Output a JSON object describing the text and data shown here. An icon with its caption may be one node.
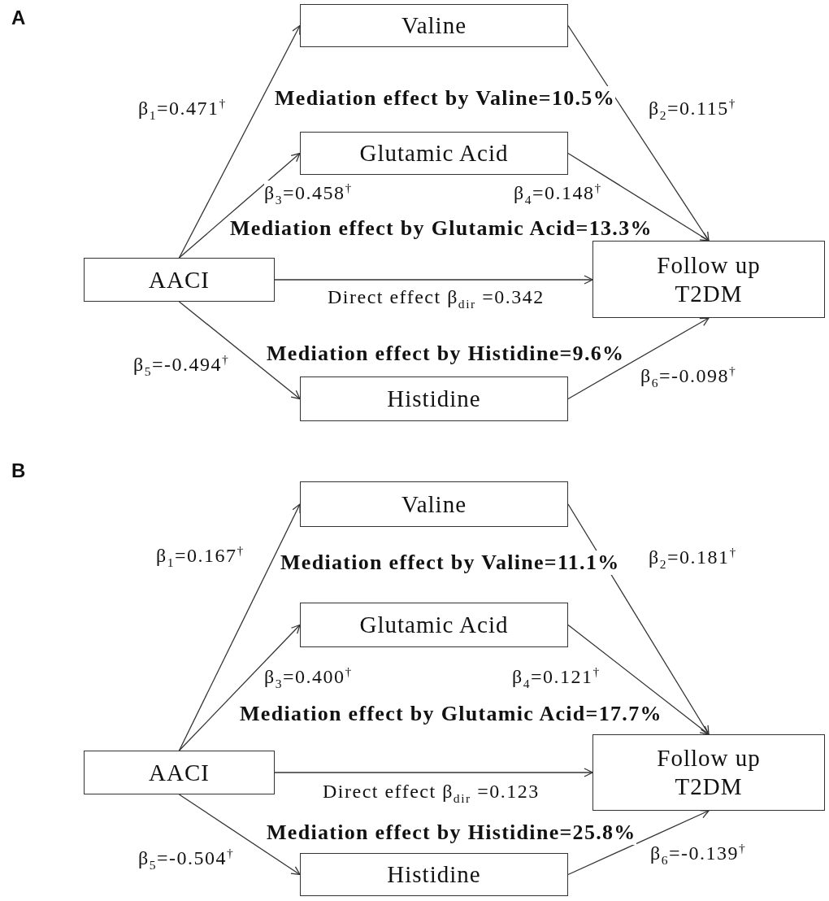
{
  "diagram": {
    "nodes": [
      {
        "text": [
          "Valine"
        ]
      },
      {
        "text": [
          "Glutamic Acid"
        ]
      },
      {
        "text": [
          "AACI"
        ]
      },
      {
        "text": [
          "Follow up T2DM"
        ]
      },
      {
        "text": [
          "Histidine"
        ]
      },
      {
        "text": [
          "Valine"
        ]
      },
      {
        "text": [
          "Glutamic Acid"
        ]
      },
      {
        "text": [
          "AACI"
        ]
      },
      {
        "text": [
          "Follow up T2DM"
        ]
      },
      {
        "text": [
          "Histidine"
        ]
      }
    ],
    "edges": [
      {
        "from": 2,
        "to": 0,
        "arrow": "to",
        "label": "β$_{1}$=0.471$^{†}$"
      },
      {
        "from": 0,
        "to": 3,
        "arrow": "to",
        "label": "β$_{2}$=0.115$^{†}$"
      },
      {
        "from": 2,
        "to": 1,
        "arrow": "to",
        "label": "β$_{3}$=0.458$^{†}$"
      },
      {
        "from": 1,
        "to": 3,
        "arrow": "to",
        "label": "β$_{4}$=0.148$^{†}$"
      },
      {
        "from": 2,
        "to": 3,
        "arrow": "to",
        "label": "Direct effect β$_{dir}$ =0.342"
      },
      {
        "from": 2,
        "to": 4,
        "arrow": "to",
        "label": "β$_{5}$=-0.494$^{†}$"
      },
      {
        "from": 4,
        "to": 3,
        "arrow": "to",
        "label": "β$_{6}$=-0.098$^{†}$"
      },
      {
        "from": 7,
        "to": 5,
        "arrow": "to",
        "label": "β$_{1}$=0.167$^{†}$"
      },
      {
        "from": 5,
        "to": 8,
        "arrow": "to",
        "label": "β$_{2}$=0.181$^{†}$"
      },
      {
        "from": 7,
        "to": 6,
        "arrow": "to",
        "label": "β$_{3}$=0.400$^{†}$"
      },
      {
        "from": 6,
        "to": 8,
        "arrow": "to",
        "label": "β$_{4}$=0.121$^{†}$"
      },
      {
        "from": 7,
        "to": 8,
        "arrow": "to",
        "label": "Direct effect β$_{dir}$ =0.123"
      },
      {
        "from": 7,
        "to": 9,
        "arrow": "to",
        "label": "β$_{5}$=-0.504$^{†}$"
      },
      {
        "from": 9,
        "to": 8,
        "arrow": "to",
        "label": "β$_{6}$=-0.139$^{†}$"
      }
    ],
    "labels": [
      "A",
      "Mediation effect by Valine=10.5%",
      "Mediation effect by Glutamic Acid=13.3%",
      "Mediation effect by Histidine=9.6%",
      "B",
      "Mediation effect by Valine=11.1%",
      "Mediation effect by Glutamic Acid=17.7%",
      "Mediation effect by Histidine=25.8%"
    ]
  }
}
